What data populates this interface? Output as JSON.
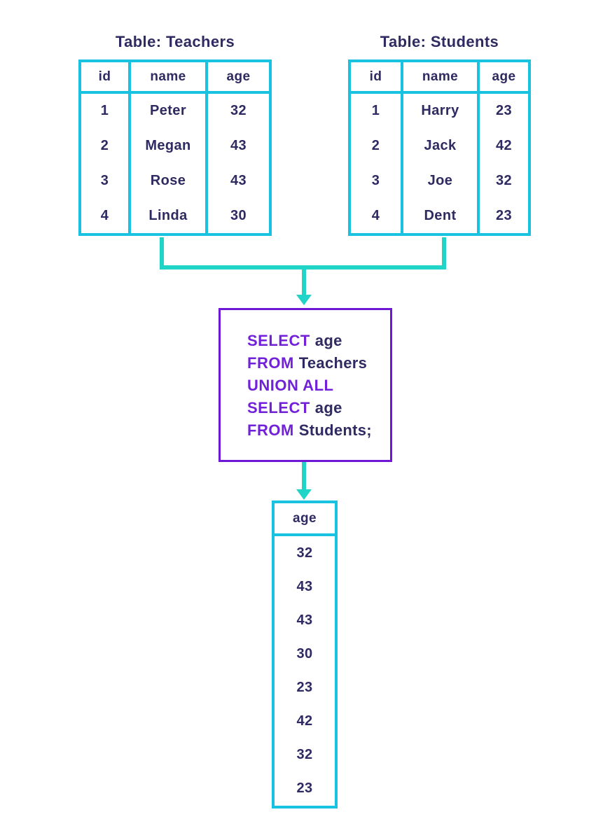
{
  "colors": {
    "table_border_cyan": "#18c2e0",
    "connector_teal": "#21d4c8",
    "text_navy": "#2e2a62",
    "keyword_purple": "#7122d8",
    "query_box_border": "#6e18d6",
    "background": "#ffffff"
  },
  "teachers_table": {
    "title": "Table: Teachers",
    "headers": [
      "id",
      "name",
      "age"
    ],
    "rows": [
      [
        "1",
        "Peter",
        "32"
      ],
      [
        "2",
        "Megan",
        "43"
      ],
      [
        "3",
        "Rose",
        "43"
      ],
      [
        "4",
        "Linda",
        "30"
      ]
    ]
  },
  "students_table": {
    "title": "Table: Students",
    "headers": [
      "id",
      "name",
      "age"
    ],
    "rows": [
      [
        "1",
        "Harry",
        "23"
      ],
      [
        "2",
        "Jack",
        "42"
      ],
      [
        "3",
        "Joe",
        "32"
      ],
      [
        "4",
        "Dent",
        "23"
      ]
    ]
  },
  "query": {
    "lines": [
      {
        "keyword": "SELECT",
        "text": "age"
      },
      {
        "keyword": "FROM",
        "text": "Teachers"
      },
      {
        "keyword": "UNION ALL",
        "text": ""
      },
      {
        "keyword": "SELECT",
        "text": "age"
      },
      {
        "keyword": "FROM",
        "text": "Students;"
      }
    ]
  },
  "result_table": {
    "header": "age",
    "values": [
      "32",
      "43",
      "43",
      "30",
      "23",
      "42",
      "32",
      "23"
    ]
  }
}
